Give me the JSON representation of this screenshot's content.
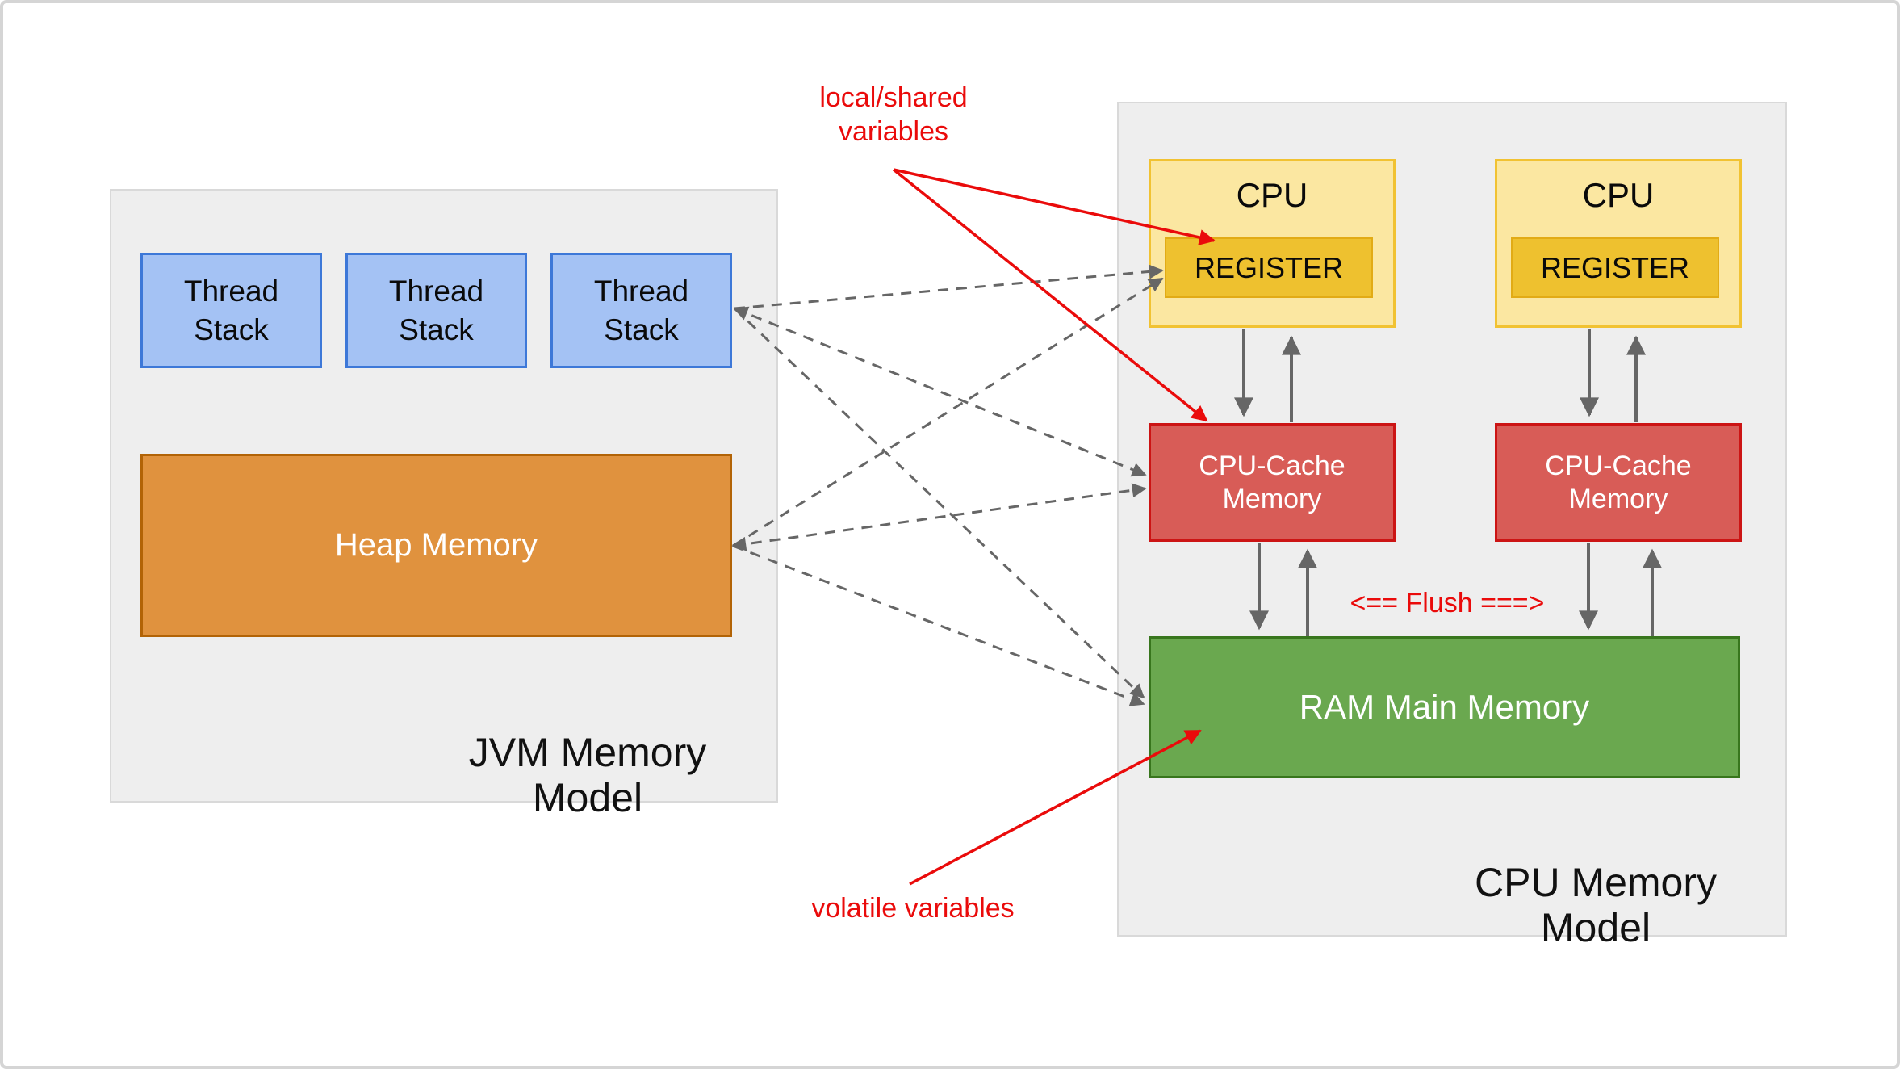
{
  "diagram": {
    "jvm": {
      "title": "JVM Memory Model",
      "thread_stacks": [
        "Thread Stack",
        "Thread Stack",
        "Thread Stack"
      ],
      "heap_label": "Heap Memory"
    },
    "cpu": {
      "title": "CPU Memory Model",
      "units": [
        {
          "cpu_label": "CPU",
          "register_label": "REGISTER",
          "cache_label": "CPU-Cache Memory"
        },
        {
          "cpu_label": "CPU",
          "register_label": "REGISTER",
          "cache_label": "CPU-Cache Memory"
        }
      ],
      "ram_label": "RAM Main Memory"
    },
    "annotations": {
      "local_shared": "local/shared variables",
      "volatile_vars": "volatile variables",
      "flush": "<== Flush ===>"
    },
    "colors": {
      "thread_stack_fill": "#a4c2f4",
      "thread_stack_border": "#3d78d8",
      "heap_fill": "#e0923e",
      "heap_border": "#b26306",
      "cpu_fill": "#fbe7a1",
      "cpu_border": "#f1c232",
      "register_fill": "#eec12f",
      "cache_fill": "#d85c57",
      "cache_border": "#cc1414",
      "ram_fill": "#6aa84f",
      "ram_border": "#38761d",
      "section_fill": "#eeeeee",
      "connector_gray": "#666666",
      "annotation_red": "#ea0b0b"
    }
  }
}
